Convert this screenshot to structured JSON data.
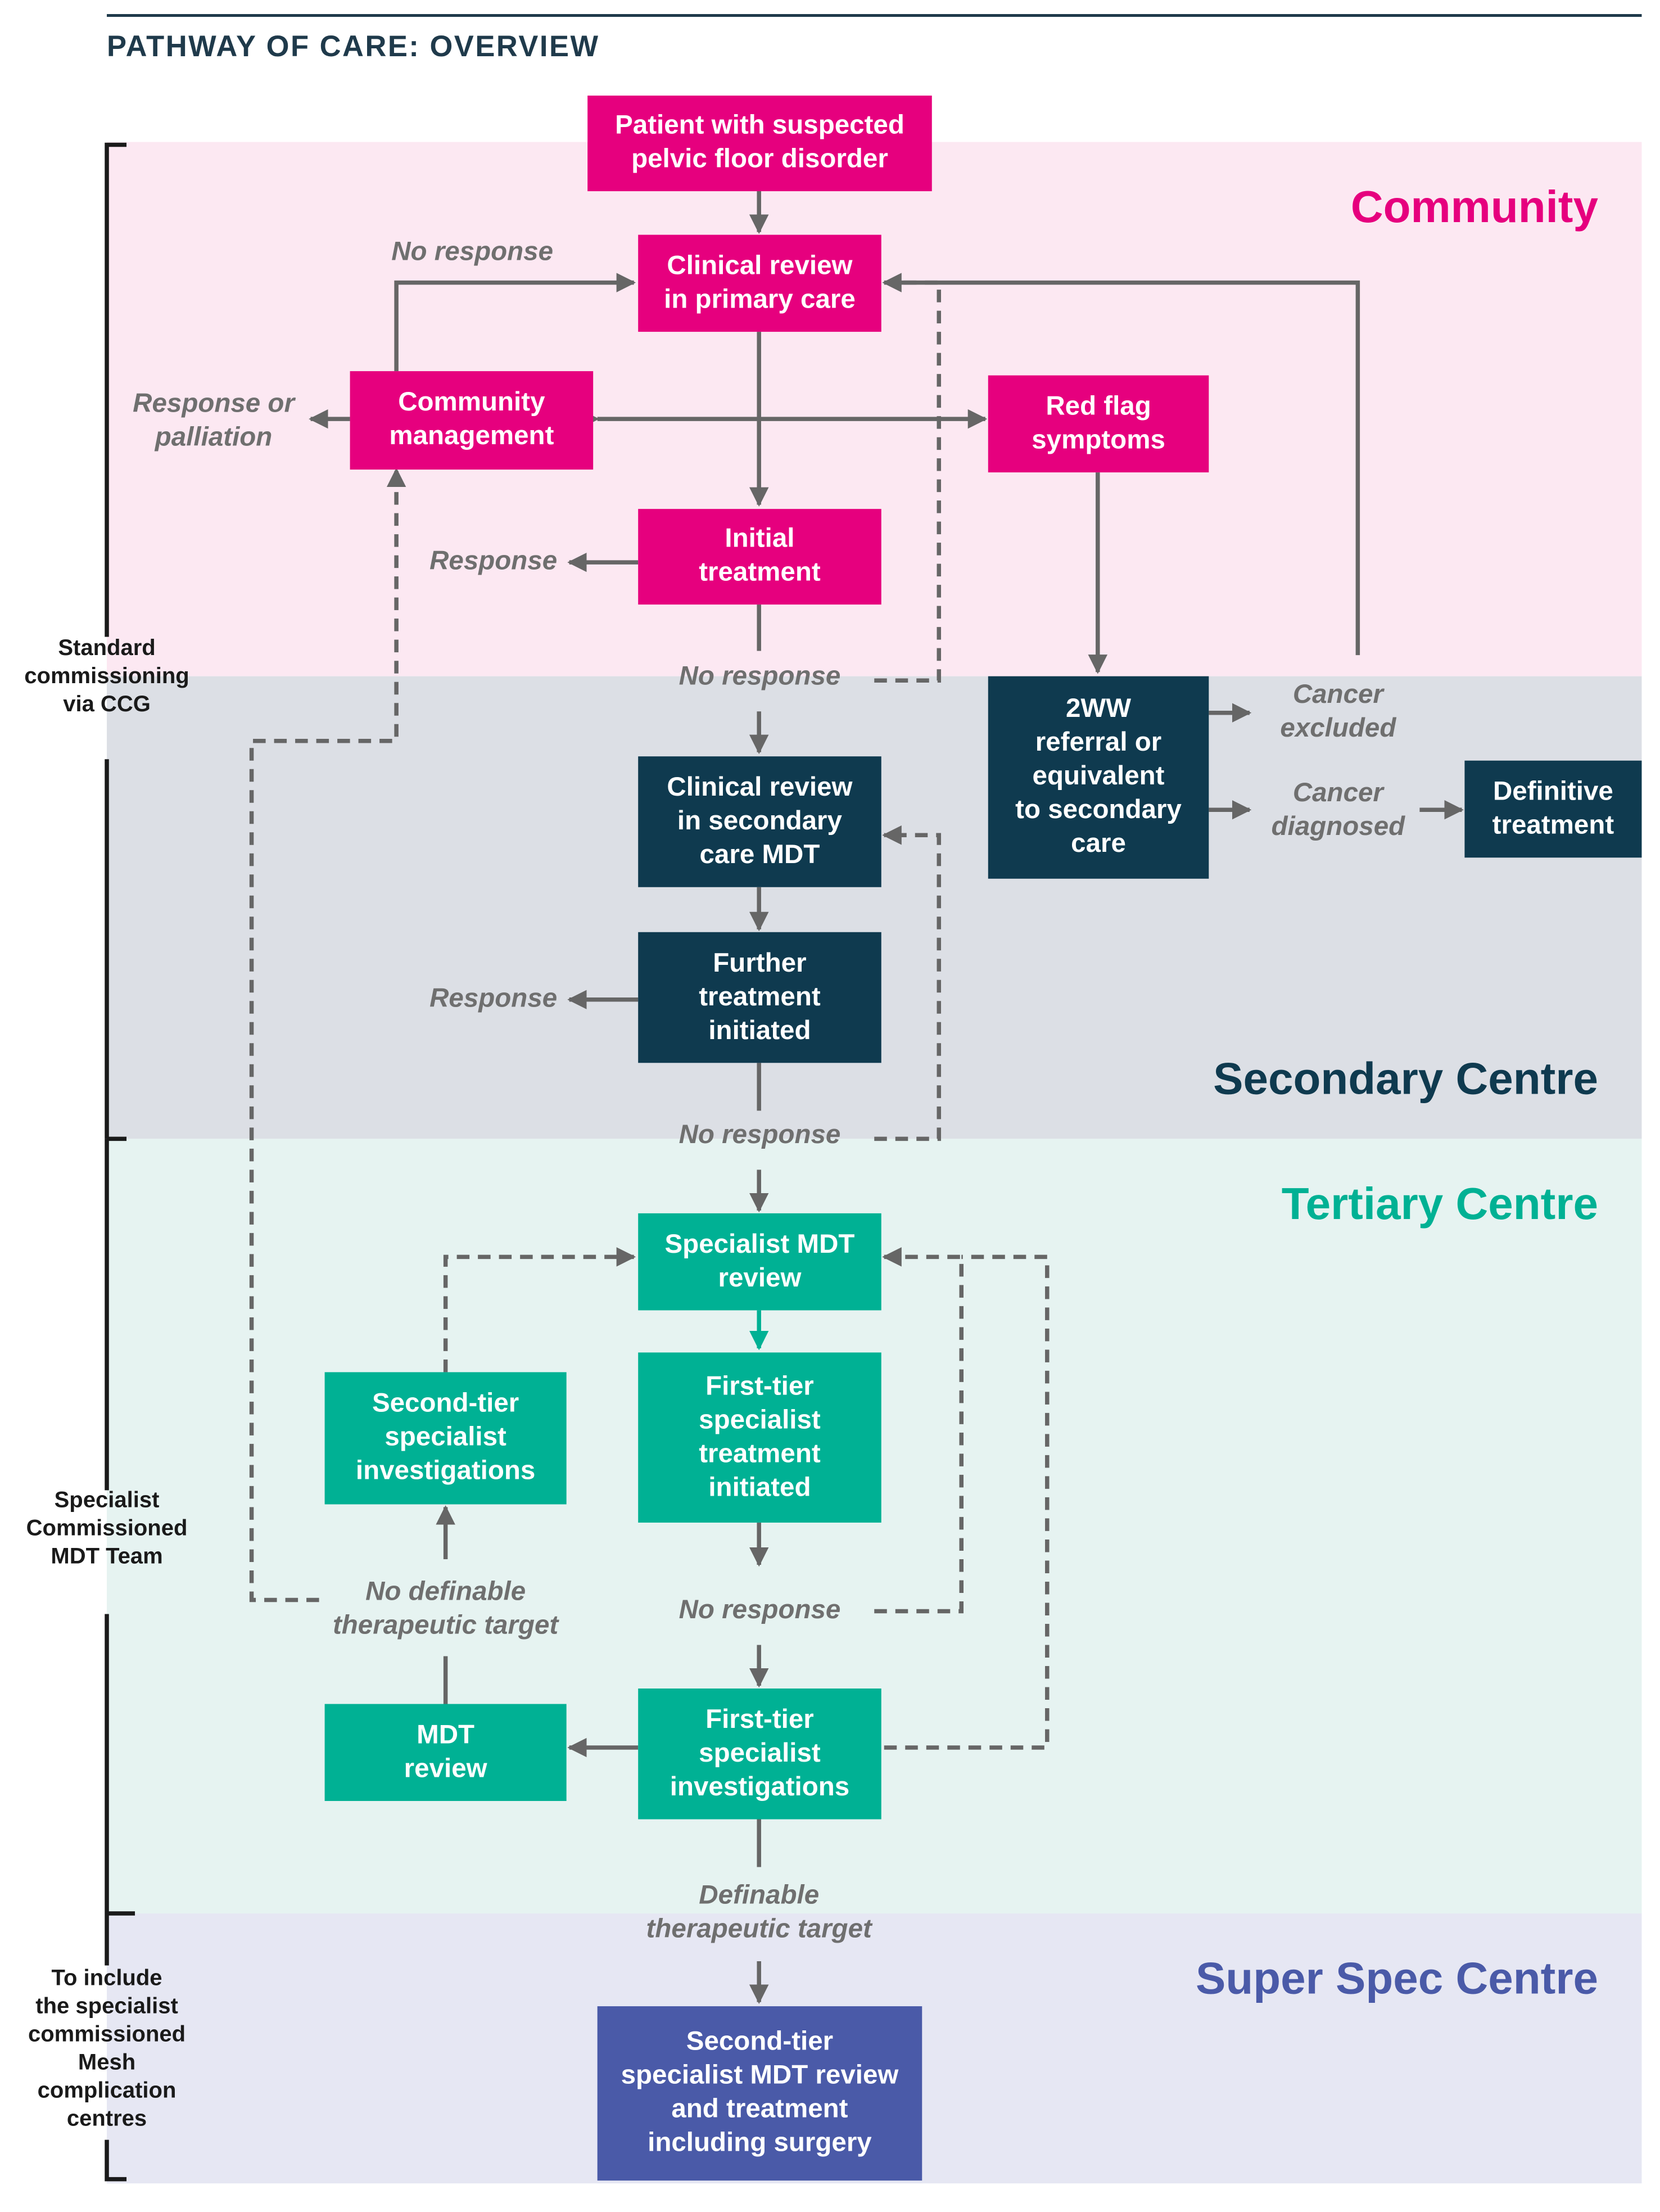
{
  "title": "PATHWAY OF CARE: OVERVIEW",
  "colors": {
    "community": "#e6007e",
    "community_band": "#fce8f2",
    "secondary": "#0f3a4f",
    "secondary_band": "#dcdfe5",
    "tertiary": "#00b194",
    "tertiary_band": "#e6f3f1",
    "superspec": "#4a5aa8",
    "superspec_band": "#e6e7f3",
    "connector": "#666666"
  },
  "zones": {
    "community": "Community",
    "secondary": "Secondary Centre",
    "tertiary": "Tertiary Centre",
    "superspec": "Super Spec Centre"
  },
  "side_labels": {
    "standard": "Standard\ncommissioning\nvia CCG",
    "specialist": "Specialist\nCommissioned\nMDT Team",
    "mesh": "To include\nthe specialist\ncommissioned\nMesh\ncomplication\ncentres"
  },
  "nodes": {
    "patient": "Patient with suspected\npelvic floor disorder",
    "clinical_primary": "Clinical review\nin primary care",
    "community_mgmt": "Community\nmanagement",
    "red_flag": "Red flag\nsymptoms",
    "initial_treatment": "Initial\ntreatment",
    "twoww": "2WW\nreferral or\nequivalent\nto secondary\ncare",
    "definitive": "Definitive\ntreatment",
    "clinical_secondary": "Clinical review\nin secondary\ncare MDT",
    "further_treatment": "Further\ntreatment\ninitiated",
    "specialist_mdt": "Specialist MDT\nreview",
    "first_tier_treatment": "First-tier\nspecialist\ntreatment\ninitiated",
    "second_tier_inv": "Second-tier\nspecialist\ninvestigations",
    "mdt_review": "MDT\nreview",
    "first_tier_inv": "First-tier\nspecialist\ninvestigations",
    "second_tier_mdt": "Second-tier\nspecialist MDT review\nand treatment\nincluding surgery"
  },
  "edge_labels": {
    "no_response_top": "No response",
    "response_or_palliation": "Response or\npalliation",
    "response_1": "Response",
    "no_response_1": "No response",
    "cancer_excluded": "Cancer\nexcluded",
    "cancer_diagnosed": "Cancer\ndiagnosed",
    "response_2": "Response",
    "no_response_2": "No response",
    "no_definable_target": "No definable\ntherapeutic target",
    "no_response_3": "No response",
    "definable_target": "Definable\ntherapeutic target"
  }
}
